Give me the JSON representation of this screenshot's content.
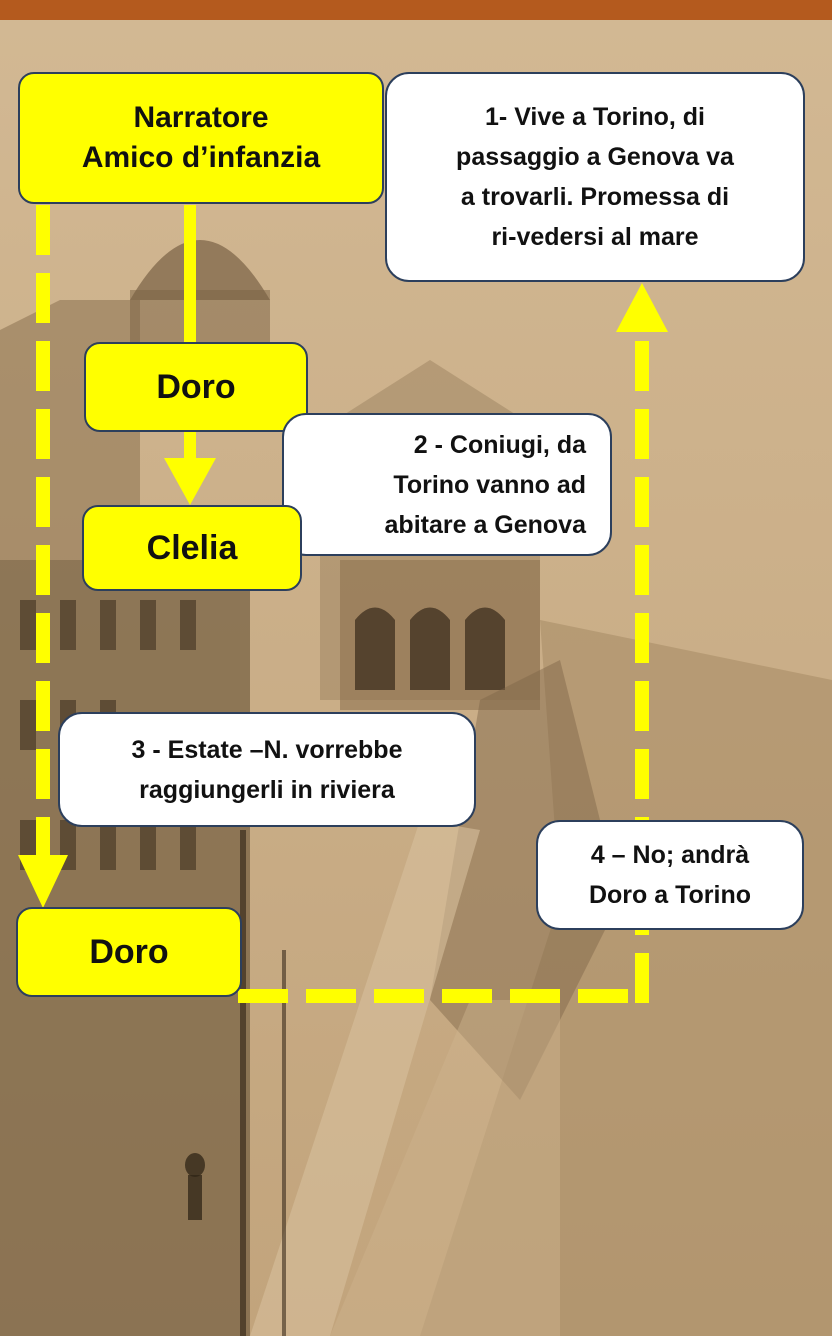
{
  "colors": {
    "node_fill": "#ffff00",
    "note_fill": "#ffffff",
    "border": "#2c3f5c",
    "connector": "#ffff00",
    "top_bar": "#b45a1e"
  },
  "nodes": {
    "narratore": "Narratore\nAmico d’infanzia",
    "doro_top": "Doro",
    "clelia": "Clelia",
    "doro_bottom": "Doro"
  },
  "notes": {
    "note1": "1- Vive a Torino, di\npassaggio  a Genova va\na trovarli. Promessa di\nri-vedersi al mare",
    "note2": "2 - Coniugi, da\nTorino vanno ad\nabitare a Genova",
    "note3": "3 - Estate –N. vorrebbe\nraggiungerli in riviera",
    "note4": "4 – No; andrà\nDoro a Torino"
  }
}
